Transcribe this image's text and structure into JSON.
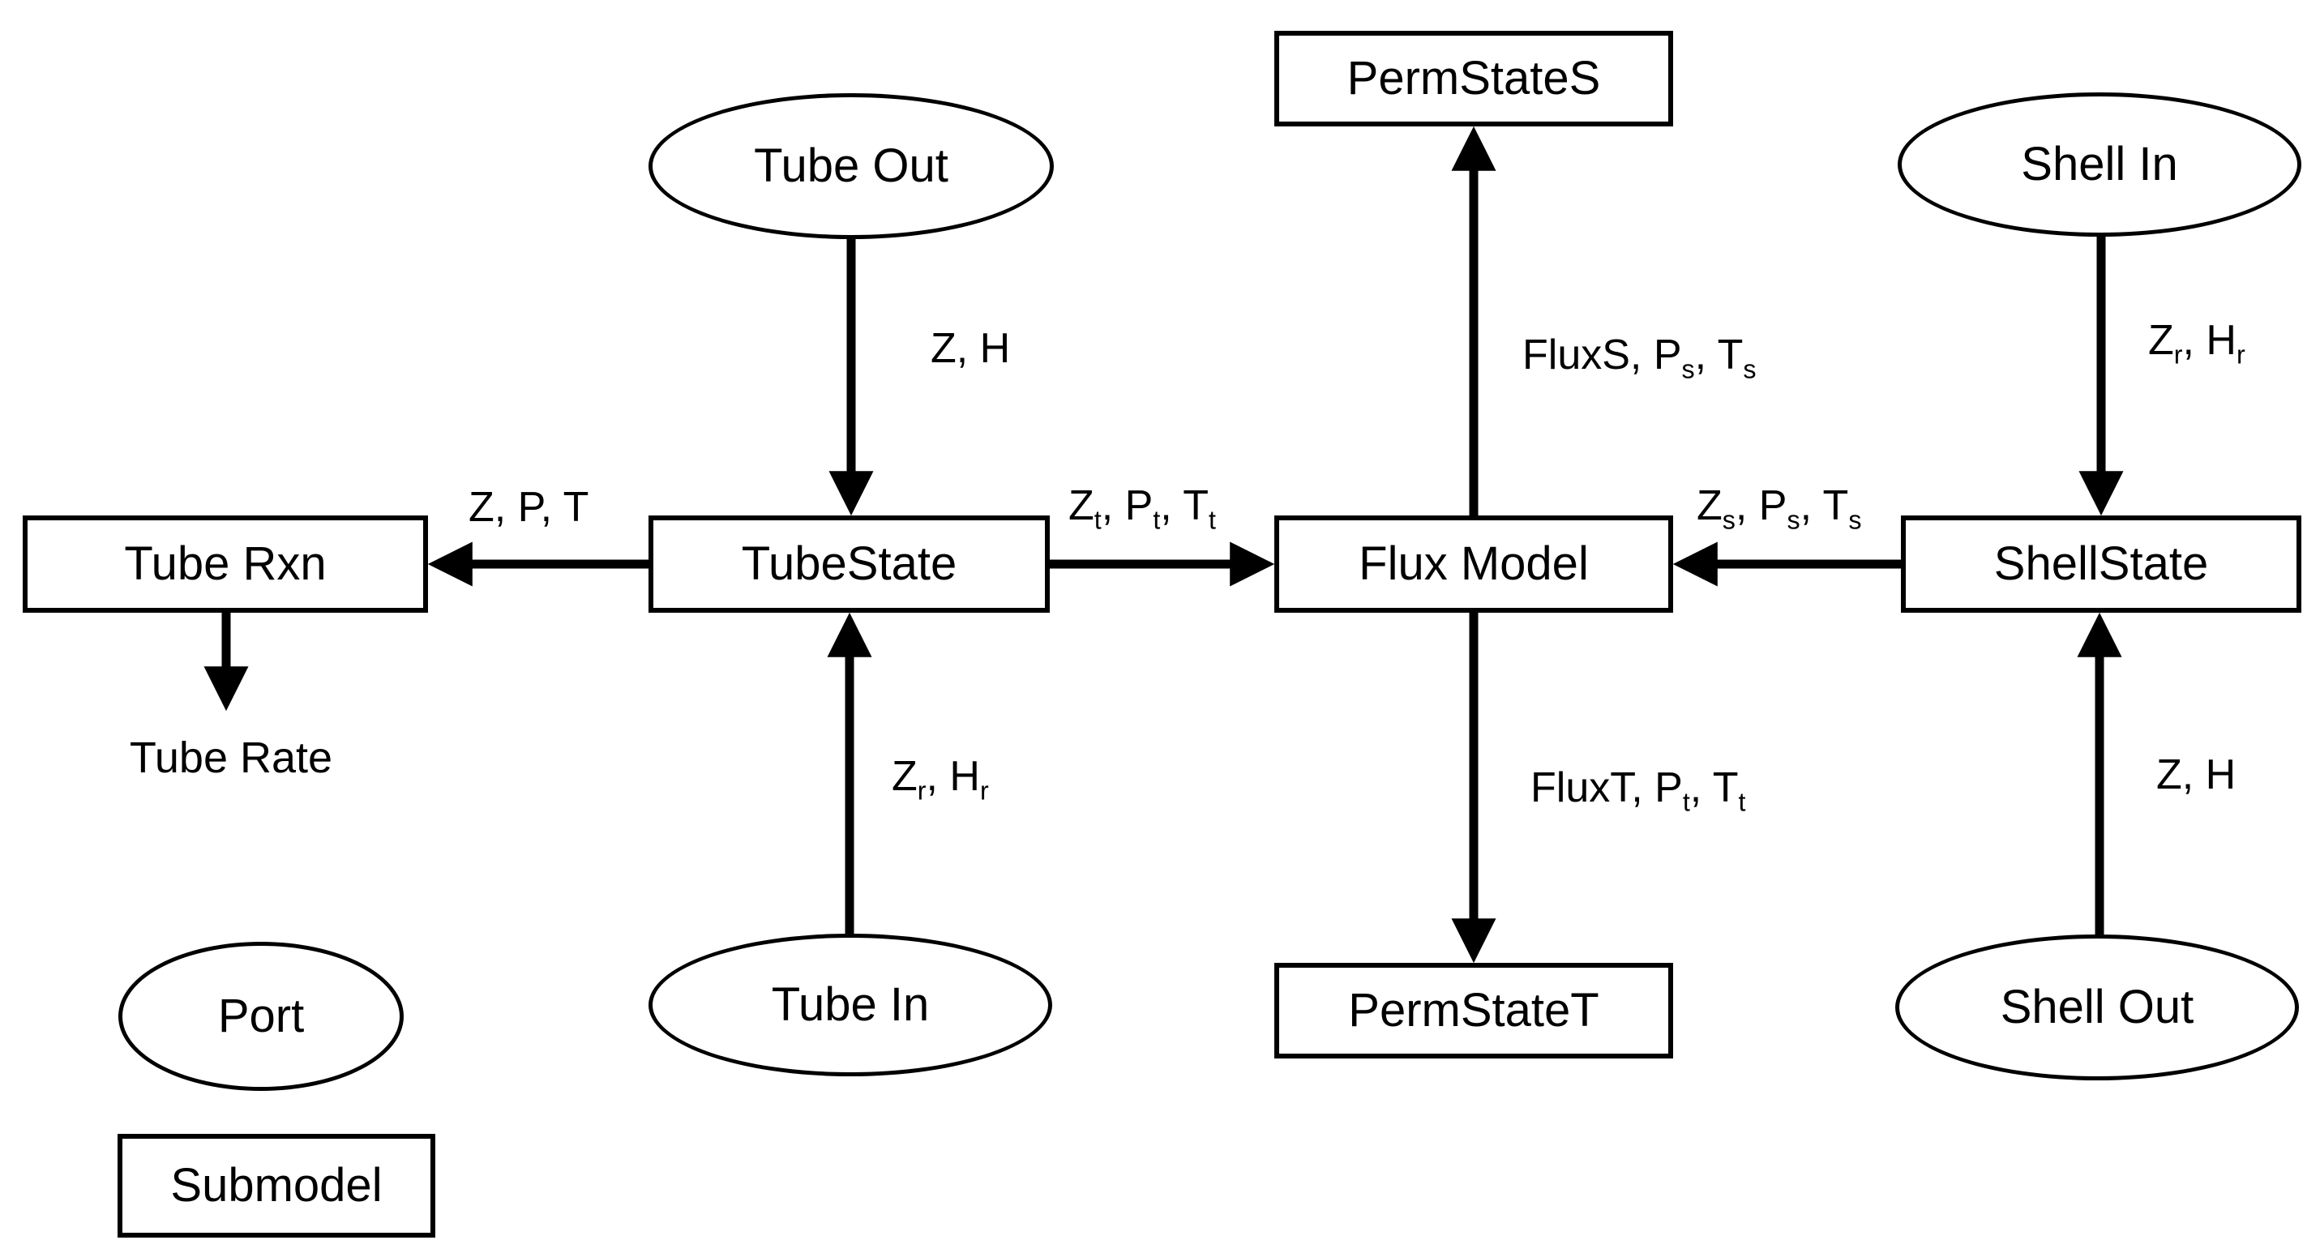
{
  "diagram": {
    "nodes": {
      "tube_out": {
        "label": "Tube Out",
        "type": "port"
      },
      "shell_in": {
        "label": "Shell In",
        "type": "port"
      },
      "tube_in": {
        "label": "Tube In",
        "type": "port"
      },
      "shell_out": {
        "label": "Shell Out",
        "type": "port"
      },
      "perm_state_s": {
        "label": "PermStateS",
        "type": "submodel"
      },
      "tube_rxn": {
        "label": "Tube Rxn",
        "type": "submodel"
      },
      "tube_state": {
        "label": "TubeState",
        "type": "submodel"
      },
      "flux_model": {
        "label": "Flux Model",
        "type": "submodel"
      },
      "shell_state": {
        "label": "ShellState",
        "type": "submodel"
      },
      "perm_state_t": {
        "label": "PermStateT",
        "type": "submodel"
      },
      "tube_rate": {
        "label": "Tube Rate",
        "type": "text"
      }
    },
    "edge_labels": {
      "tubeout_to_tubestate": "Z, H",
      "tubestate_to_tuberxn": "Z, P, T",
      "tubestate_to_fluxmodel": "Z_{t}, P_{t}, T_{t}",
      "fluxmodel_to_permstates": "FluxS, P_{s}, T_{s}",
      "shellin_to_shellstate": "Z_{r}, H_{r}",
      "shellstate_to_fluxmodel": "Z_{s}, P_{s}, T_{s}",
      "tubein_to_tubestate": "Z_{r}, H_{r}",
      "fluxmodel_to_permstatet": "FluxT, P_{t}, T_{t}",
      "shellout_to_shellstate": "Z, H"
    },
    "legend": {
      "port_label": "Port",
      "submodel_label": "Submodel"
    },
    "colors": {
      "stroke": "#000000",
      "fill": "#ffffff",
      "background": "#ffffff"
    }
  }
}
